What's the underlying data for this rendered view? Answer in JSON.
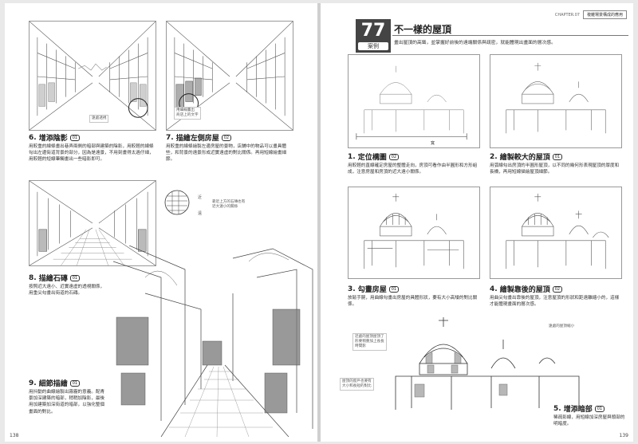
{
  "left_page": {
    "page_number": "138",
    "callouts": {
      "vanishing": "遠處透視",
      "sign_text": "用細線畫出\n商店上的文字",
      "stone_near": "近",
      "stone_far": "遠",
      "stone_note": "靠近上方的石磚也有\n近大遠小的關係"
    },
    "steps": [
      {
        "num": "6.",
        "title": "增添陰影",
        "badge": "01",
        "text": "用較重的線條畫出巷弄兩側的暗部與建築的陰影，用較輕的線條勾出左邊街道背景的部分，因為是遠景，不用刻畫得太過仔細，用較輕的短線筆觸畫出一些暗影即可。"
      },
      {
        "num": "7.",
        "title": "描繪左側房屋",
        "badge": "02",
        "text": "用較重的線條繪製左邊房屋的景物，店鋪中的物品可以畫具體些，和背景的遠景形成近實遠虛的對比關係。再用短線繪畫細節。"
      },
      {
        "num": "8.",
        "title": "描繪石磚",
        "badge": "01",
        "text": "按照近大遠小、近實遠虛的透視關係，用重尖勾畫出街道的石磚。"
      },
      {
        "num": "9.",
        "title": "細節描繪",
        "badge": "01",
        "text": "用抖動的曲線繪製出霧霾的意義。配青景加深建築的暗部，稍稍加陰影，最後用加建築加深街道的暗部，以強化整個畫面的對比。"
      }
    ]
  },
  "right_page": {
    "page_number": "139",
    "chapter_label": "CHAPTER.07",
    "chapter_title": "複雜場景構成的應用",
    "lesson": {
      "number": "77",
      "label": "案例",
      "title": "不一樣的屋頂",
      "desc": "畫出屋頂的高聳，並掌握好前後的遠端關係與疏密，就能體現出畫面的層次感。"
    },
    "callouts": {
      "wide": "寬",
      "tower_note": "近處的屋頂屋頂了\n形要稍重加上長長\n時間影",
      "roof_note": "遠處的屋頂縮小",
      "window_note": "屋頂的窗戶也要有\n大小和長短的對比"
    },
    "steps": [
      {
        "num": "1.",
        "title": "定位構圖",
        "badge": "02",
        "text": "用較輕的直線確定房屋的整體走向，房頂可看作由半圓形和方形組成，注意房屋和房頂的近大遠小關係。"
      },
      {
        "num": "2.",
        "title": "繪製較大的屋頂",
        "badge": "01",
        "text": "用弧線勾出房頂的半圓形屋頂，以不同的幾何形表現屋頂的厚度和長橋，再用短線描繪屋頂細節。"
      },
      {
        "num": "3.",
        "title": "勾畫房屋",
        "badge": "01",
        "text": "放鬆手腕，用曲線勾畫出房屋的具體形狀，要有大小高矮的對比關係。"
      },
      {
        "num": "4.",
        "title": "繪製靠後的屋頂",
        "badge": "02",
        "text": "用曲尖勾畫出靠後的屋頂，注意屋頂的形狀和距遠離縮小的，這樣才能體現畫面的層次感。"
      },
      {
        "num": "5.",
        "title": "增添暗部",
        "badge": "01",
        "text": "稀疏影線，用短線加深房屋與頭部的明暗度。"
      }
    ]
  }
}
